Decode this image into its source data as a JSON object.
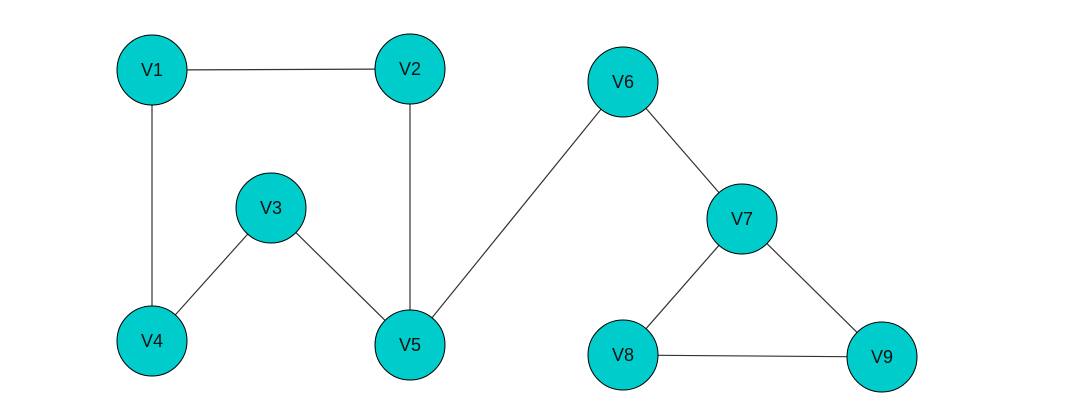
{
  "diagram": {
    "node_color": "#00cccc",
    "edge_color": "#333333",
    "nodes": [
      {
        "id": "v1",
        "label": "V1"
      },
      {
        "id": "v2",
        "label": "V2"
      },
      {
        "id": "v3",
        "label": "V3"
      },
      {
        "id": "v4",
        "label": "V4"
      },
      {
        "id": "v5",
        "label": "V5"
      },
      {
        "id": "v6",
        "label": "V6"
      },
      {
        "id": "v7",
        "label": "V7"
      },
      {
        "id": "v8",
        "label": "V8"
      },
      {
        "id": "v9",
        "label": "V9"
      }
    ],
    "edges": [
      {
        "from": "V1",
        "to": "V2"
      },
      {
        "from": "V1",
        "to": "V4"
      },
      {
        "from": "V2",
        "to": "V5"
      },
      {
        "from": "V3",
        "to": "V4"
      },
      {
        "from": "V3",
        "to": "V5"
      },
      {
        "from": "V5",
        "to": "V6"
      },
      {
        "from": "V6",
        "to": "V7"
      },
      {
        "from": "V7",
        "to": "V8"
      },
      {
        "from": "V7",
        "to": "V9"
      },
      {
        "from": "V8",
        "to": "V9"
      }
    ]
  }
}
